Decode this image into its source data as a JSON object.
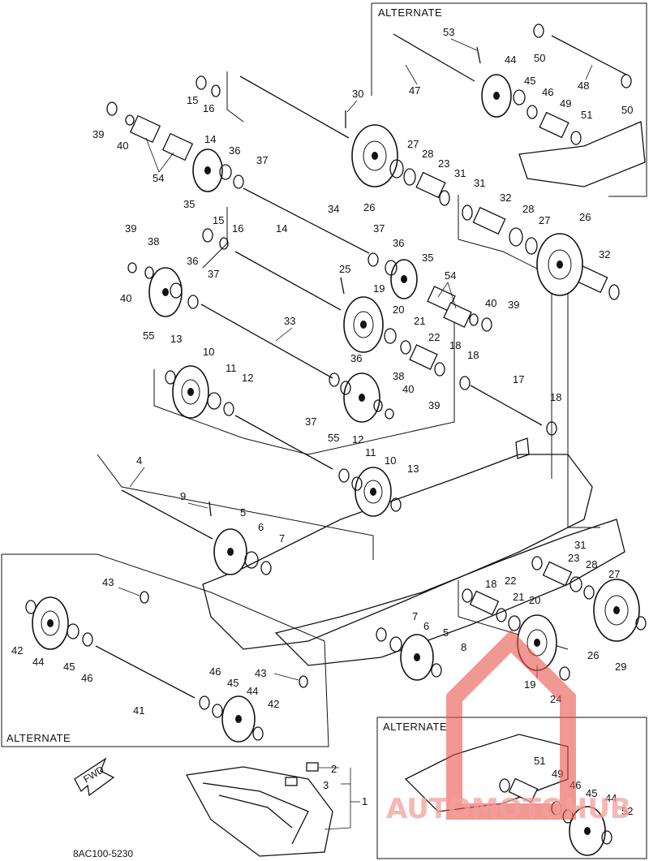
{
  "diagram": {
    "boxes": {
      "top_right": "ALTERNATE",
      "left": "ALTERNATE",
      "bottom_right": "ALTERNATE"
    },
    "drawing_code": "8AC100-5230",
    "fwd_label": "FWD",
    "watermark": "AUTOMOTOHUB",
    "callouts": [
      "53",
      "44",
      "45",
      "46",
      "47",
      "48",
      "49",
      "50",
      "50",
      "51",
      "15",
      "16",
      "14",
      "30",
      "39",
      "40",
      "54",
      "36",
      "37",
      "35",
      "26",
      "27",
      "28",
      "23",
      "31",
      "31",
      "32",
      "28",
      "27",
      "26",
      "34",
      "15",
      "16",
      "14",
      "37",
      "36",
      "35",
      "39",
      "38",
      "36",
      "37",
      "25",
      "55",
      "40",
      "19",
      "20",
      "21",
      "22",
      "18",
      "54",
      "40",
      "39",
      "33",
      "13",
      "10",
      "11",
      "12",
      "36",
      "38",
      "40",
      "37",
      "39",
      "55",
      "18",
      "17",
      "18",
      "12",
      "11",
      "10",
      "13",
      "4",
      "9",
      "5",
      "6",
      "7",
      "43",
      "42",
      "44",
      "45",
      "46",
      "41",
      "46",
      "45",
      "44",
      "43",
      "42",
      "31",
      "23",
      "28",
      "27",
      "18",
      "22",
      "21",
      "20",
      "26",
      "29",
      "7",
      "6",
      "5",
      "8",
      "19",
      "24",
      "51",
      "49",
      "46",
      "45",
      "44",
      "52",
      "2",
      "3",
      "1",
      "32"
    ]
  }
}
